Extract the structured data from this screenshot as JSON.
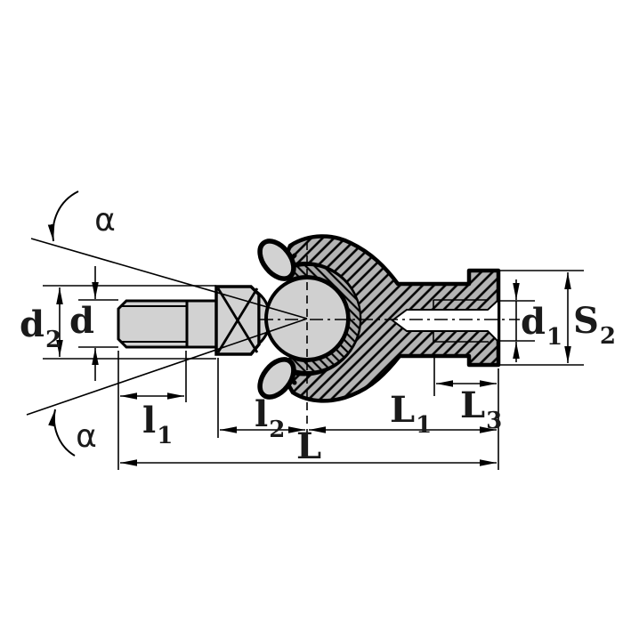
{
  "drawing": {
    "type": "technical-section-drawing",
    "subject": "Axial ball joint (ball stud with threaded shank in socket housing with internal threaded bore), dimensioned section view"
  },
  "labels": {
    "alpha": "α",
    "d2": {
      "main": "d",
      "sub": "2"
    },
    "d": {
      "main": "d",
      "sub": ""
    },
    "d1": {
      "main": "d",
      "sub": "1"
    },
    "S2": {
      "main": "S",
      "sub": "2"
    },
    "l1": {
      "main": "l",
      "sub": "1"
    },
    "l2": {
      "main": "l",
      "sub": "2"
    },
    "L1": {
      "main": "L",
      "sub": "1"
    },
    "L3": {
      "main": "L",
      "sub": "3"
    },
    "L": {
      "main": "L",
      "sub": ""
    }
  },
  "colors": {
    "outline": "#000000",
    "part_fill": "#d2d2d2",
    "hatch_background": "#b4b4b4",
    "shell_background": "#a9a9a9",
    "bore_fill": "#ffffff",
    "background": "#ffffff"
  }
}
